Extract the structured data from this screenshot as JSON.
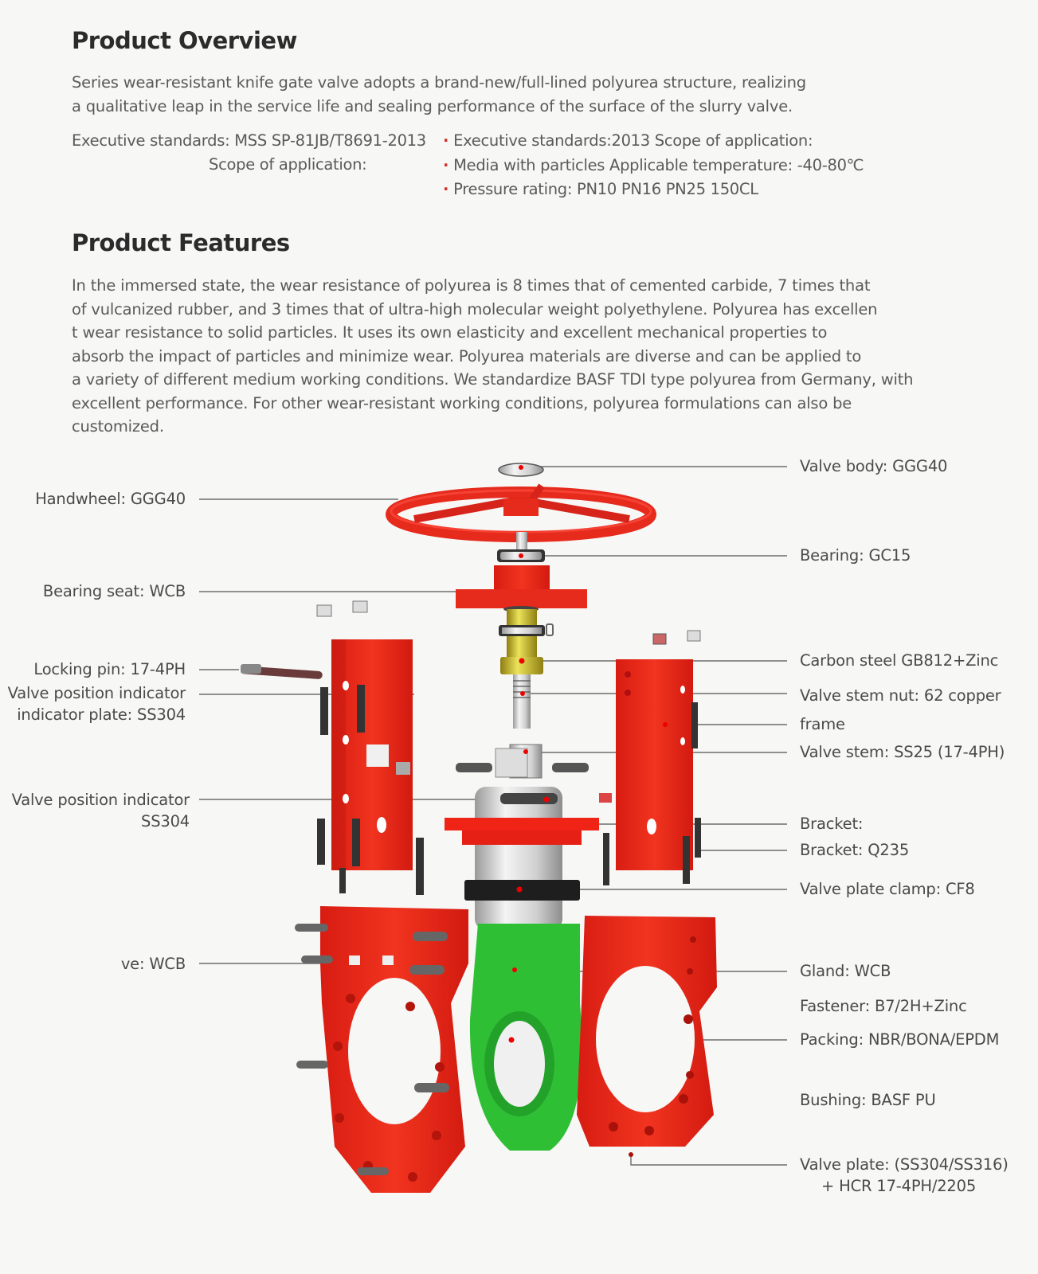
{
  "overview": {
    "title": "Product Overview",
    "description_lines": [
      "Series wear-resistant knife gate valve adopts a brand-new/full-lined polyurea structure, realizing",
      "a qualitative leap in the service life and sealing performance of the surface of the slurry valve."
    ],
    "spec_left": {
      "line1": "Executive standards: MSS SP-81JB/T8691-2013",
      "line2": "Scope of application:"
    },
    "spec_right": [
      "Executive standards:2013 Scope of application:",
      "Media with particles Applicable temperature: -40-80℃",
      "Pressure rating: PN10 PN16 PN25 150CL"
    ]
  },
  "features": {
    "title": "Product Features",
    "description_lines": [
      "In the immersed state, the wear resistance of polyurea is 8 times that of cemented carbide, 7 times that",
      "of vulcanized rubber, and 3 times that of ultra-high molecular weight polyethylene. Polyurea has excellen",
      "t wear resistance to solid particles. It uses its own elasticity and excellent mechanical properties to",
      "absorb the impact of particles and minimize wear. Polyurea materials are diverse and can be applied to",
      "a variety of different medium working conditions. We standardize BASF TDI type polyurea from Germany, with",
      "excellent performance. For other wear-resistant working conditions, polyurea formulations can also be",
      "customized."
    ]
  },
  "diagram": {
    "colors": {
      "red": "#ee2a1e",
      "red_dark": "#c01a12",
      "green": "#33c23a",
      "steel": "#c9c9c9",
      "brass": "#c9b526",
      "leader": "#6d6d6d"
    },
    "left_callouts": [
      {
        "id": "handwheel",
        "lines": [
          "Handwheel: GGG40"
        ]
      },
      {
        "id": "bearing-seat",
        "lines": [
          "Bearing seat: WCB"
        ]
      },
      {
        "id": "locking-pin",
        "lines": [
          "Locking pin: 17-4PH"
        ]
      },
      {
        "id": "indicator-plate",
        "lines": [
          "Valve position indicator",
          "indicator plate: SS304"
        ]
      },
      {
        "id": "position-indicator",
        "lines": [
          "Valve position indicator",
          "SS304"
        ]
      },
      {
        "id": "valve-wcb",
        "lines": [
          "ve: WCB"
        ]
      }
    ],
    "right_callouts": [
      {
        "id": "valve-body",
        "lines": [
          "Valve body: GGG40"
        ]
      },
      {
        "id": "bearing",
        "lines": [
          "Bearing: GC15"
        ]
      },
      {
        "id": "carbon-steel",
        "lines": [
          "Carbon steel GB812+Zinc"
        ]
      },
      {
        "id": "stem-nut",
        "lines": [
          "Valve stem nut: 62 copper"
        ]
      },
      {
        "id": "frame",
        "lines": [
          "frame"
        ]
      },
      {
        "id": "valve-stem",
        "lines": [
          "Valve stem: SS25 (17-4PH)"
        ]
      },
      {
        "id": "bracket-1",
        "lines": [
          "Bracket: "
        ]
      },
      {
        "id": "bracket-2",
        "lines": [
          "Bracket: Q235"
        ]
      },
      {
        "id": "plate-clamp",
        "lines": [
          "Valve plate clamp: CF8"
        ]
      },
      {
        "id": "gland",
        "lines": [
          "Gland: WCB"
        ]
      },
      {
        "id": "fastener",
        "lines": [
          "Fastener: B7/2H+Zinc"
        ]
      },
      {
        "id": "packing",
        "lines": [
          "Packing: NBR/BONA/EPDM"
        ]
      },
      {
        "id": "bushing",
        "lines": [
          "Bushing: BASF PU"
        ]
      },
      {
        "id": "valve-plate",
        "lines": [
          "Valve plate: (SS304/SS316)",
          "+ HCR 17-4PH/2205"
        ]
      }
    ]
  }
}
